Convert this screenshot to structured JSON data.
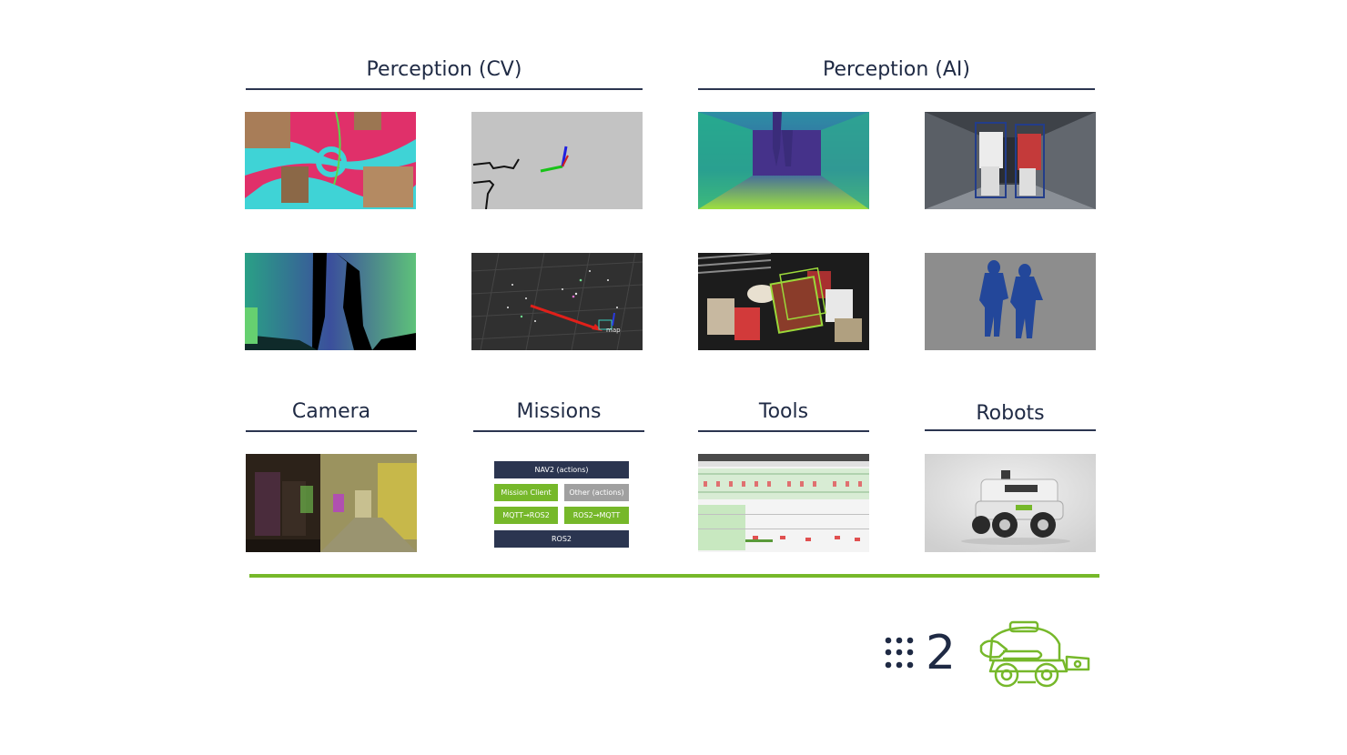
{
  "sections": {
    "perception_cv": "Perception (CV)",
    "perception_ai": "Perception (AI)",
    "camera": "Camera",
    "missions": "Missions",
    "tools": "Tools",
    "robots": "Robots"
  },
  "missions_diagram": {
    "nav2": "NAV2 (actions)",
    "mission_client": "Mission Client",
    "other": "Other (actions)",
    "mqtt_ros2": "MQTT→ROS2",
    "ros2_mqtt": "ROS2→MQTT",
    "ros2": "ROS2"
  },
  "map_label": "map",
  "page_number": "2",
  "colors": {
    "navy": "#2b3550",
    "green": "#76b82a",
    "gray": "#a0a0a0"
  }
}
